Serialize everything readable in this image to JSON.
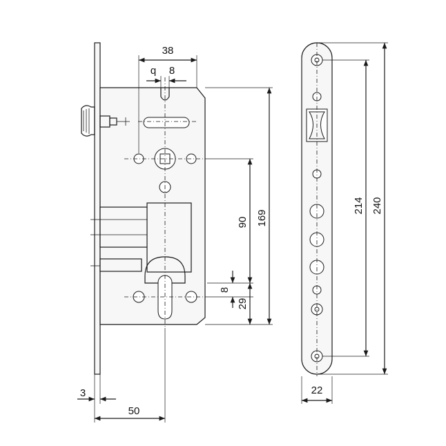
{
  "dimensions": {
    "backset_38": "38",
    "q_label": "q",
    "q_value": "8",
    "distance_90": "90",
    "height_169": "169",
    "cyl_8": "8",
    "cyl_29": "29",
    "faceplate_thickness": "3",
    "backset_50": "50",
    "faceplate_width": "22",
    "screw_spacing_214": "214",
    "faceplate_length_240": "240"
  },
  "colors": {
    "line": "#1a1a1a",
    "body": "#f7f7f7",
    "background": "#ffffff"
  }
}
